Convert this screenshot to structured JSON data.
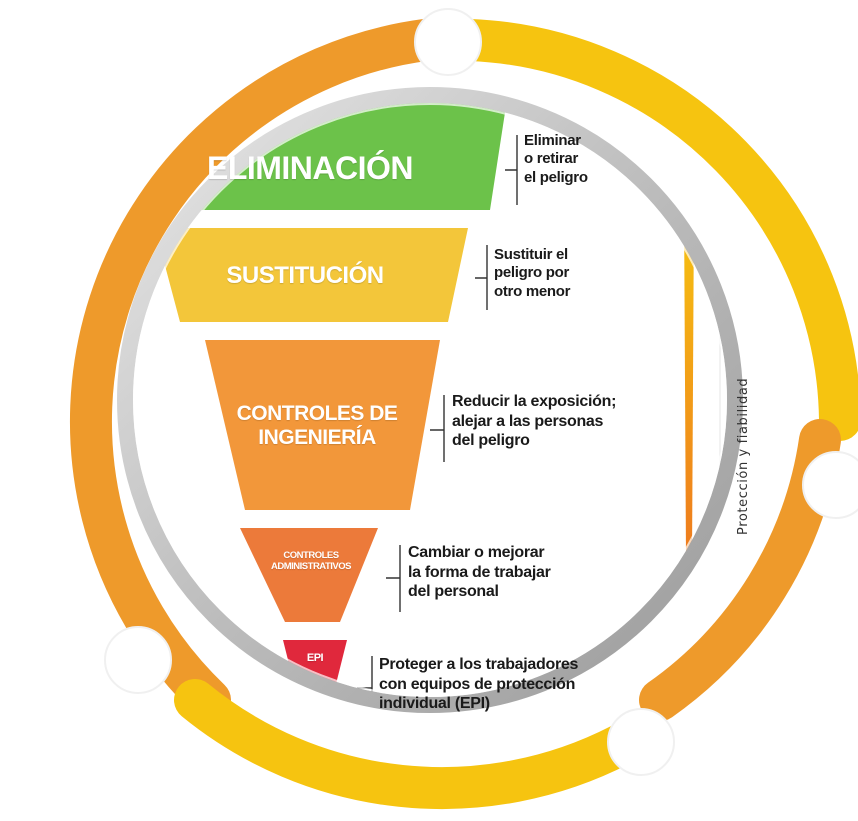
{
  "colors": {
    "ring_orange": "#EE9A2B",
    "ring_yellow": "#F6C410",
    "eliminacion": "#6CC24A",
    "sustitucion": "#F3C63A",
    "ingenieria": "#F2973A",
    "administrativos": "#EC7A3A",
    "epi": "#E0283C"
  },
  "levels": [
    {
      "label": "ELIMINACIÓN",
      "description": "Eliminar\no retirar\nel peligro"
    },
    {
      "label": "SUSTITUCIÓN",
      "description": "Sustituir el\npeligro por\notro menor"
    },
    {
      "label": "CONTROLES DE\nINGENIERÍA",
      "description": "Reducir la exposición;\nalejar a las personas\ndel peligro"
    },
    {
      "label": "CONTROLES\nADMINISTRATIVOS",
      "description": "Cambiar o mejorar\nla forma de trabajar\ndel personal"
    },
    {
      "label": "EPI",
      "description": "Proteger a los trabajadores\ncon equipos de protección\nindividual (EPI)"
    }
  ],
  "side_axis": {
    "label": "Protección y fiabilidad"
  }
}
